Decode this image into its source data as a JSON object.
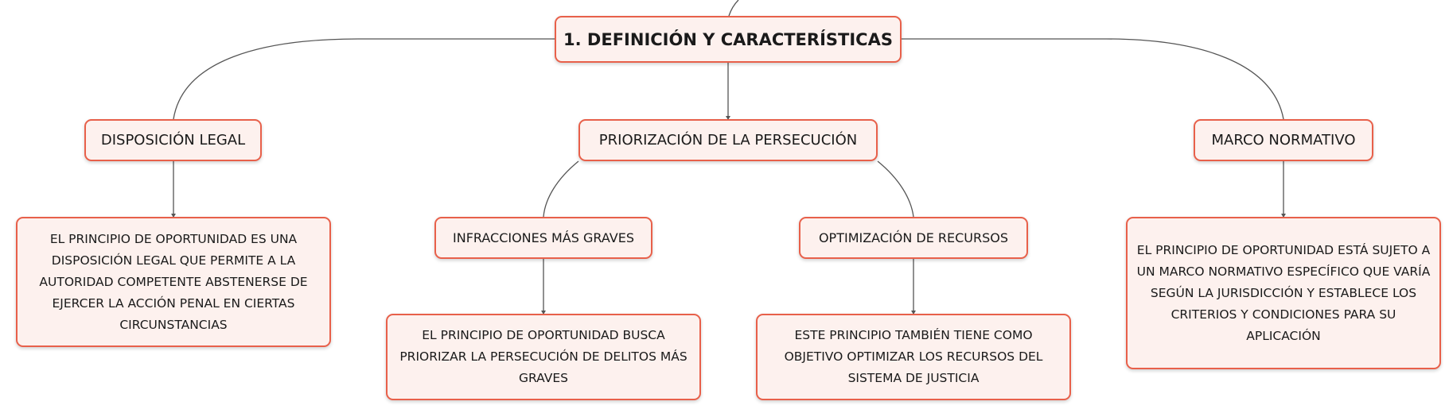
{
  "diagram": {
    "root": {
      "label": "1. DEFINICIÓN Y CARACTERÍSTICAS"
    },
    "branches": {
      "left": {
        "label": "DISPOSICIÓN LEGAL",
        "detail": "EL PRINCIPIO DE OPORTUNIDAD ES UNA DISPOSICIÓN LEGAL QUE PERMITE A LA AUTORIDAD COMPETENTE ABSTENERSE DE EJERCER LA ACCIÓN PENAL EN CIERTAS CIRCUNSTANCIAS"
      },
      "center": {
        "label": "PRIORIZACIÓN DE LA PERSECUCIÓN",
        "children": [
          {
            "label": "INFRACCIONES MÁS GRAVES",
            "detail": "EL PRINCIPIO DE OPORTUNIDAD BUSCA PRIORIZAR LA PERSECUCIÓN DE DELITOS MÁS GRAVES"
          },
          {
            "label": "OPTIMIZACIÓN DE RECURSOS",
            "detail": "ESTE PRINCIPIO TAMBIÉN TIENE COMO OBJETIVO OPTIMIZAR LOS RECURSOS DEL SISTEMA DE JUSTICIA"
          }
        ]
      },
      "right": {
        "label": "MARCO NORMATIVO",
        "detail": "EL PRINCIPIO DE OPORTUNIDAD ESTÁ SUJETO A UN MARCO NORMATIVO ESPECÍFICO QUE VARÍA SEGÚN LA JURISDICCIÓN Y ESTABLECE LOS CRITERIOS Y CONDICIONES PARA SU APLICACIÓN"
      }
    },
    "colors": {
      "node_border": "#e8604a",
      "node_fill": "#fdf1ee",
      "connector": "#555555",
      "text": "#1a1a1a"
    }
  }
}
